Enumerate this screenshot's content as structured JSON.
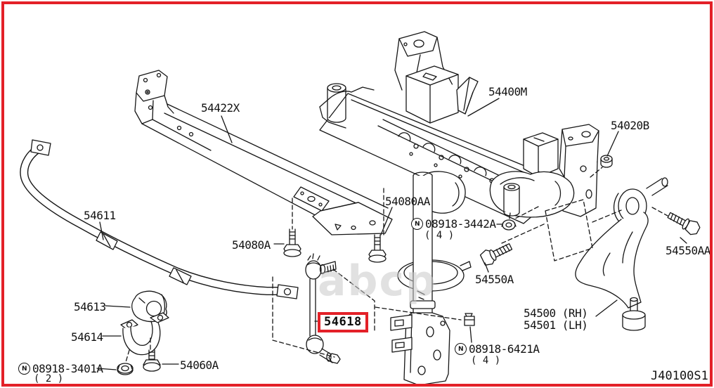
{
  "diagram": {
    "code": "J40100S1",
    "watermark": "abcp",
    "colors": {
      "border_red": "#e32128",
      "highlight_red": "#e32128",
      "line": "#161616",
      "watermark_gray": "#c9c9c9",
      "background": "#ffffff"
    }
  },
  "callouts": {
    "crossmember": {
      "label": "54422X"
    },
    "subframe": {
      "label": "54400M"
    },
    "nut_54020b": {
      "label": "54020B"
    },
    "stabilizer_bar": {
      "label": "54611"
    },
    "bolt_54080aa": {
      "label": "54080AA"
    },
    "nut_08918_3442a": {
      "label": "08918-3442A",
      "qty": "( 4 )",
      "marker": "N"
    },
    "bolt_54080a": {
      "label": "54080A"
    },
    "bolt_54550a": {
      "label": "54550A"
    },
    "bolt_54550aa": {
      "label": "54550AA"
    },
    "bushing_54613": {
      "label": "54613"
    },
    "link_54618": {
      "label": "54618",
      "highlighted": true
    },
    "arm_rh": {
      "label": "54500 (RH)"
    },
    "arm_lh": {
      "label": "54501 (LH)"
    },
    "clamp_54614": {
      "label": "54614"
    },
    "nut_08918_6421a": {
      "label": "08918-6421A",
      "qty": "( 4 )",
      "marker": "N"
    },
    "nut_08918_3401a": {
      "label": "08918-3401A",
      "qty": "( 2 )",
      "marker": "N"
    },
    "bolt_54060a": {
      "label": "54060A"
    }
  }
}
